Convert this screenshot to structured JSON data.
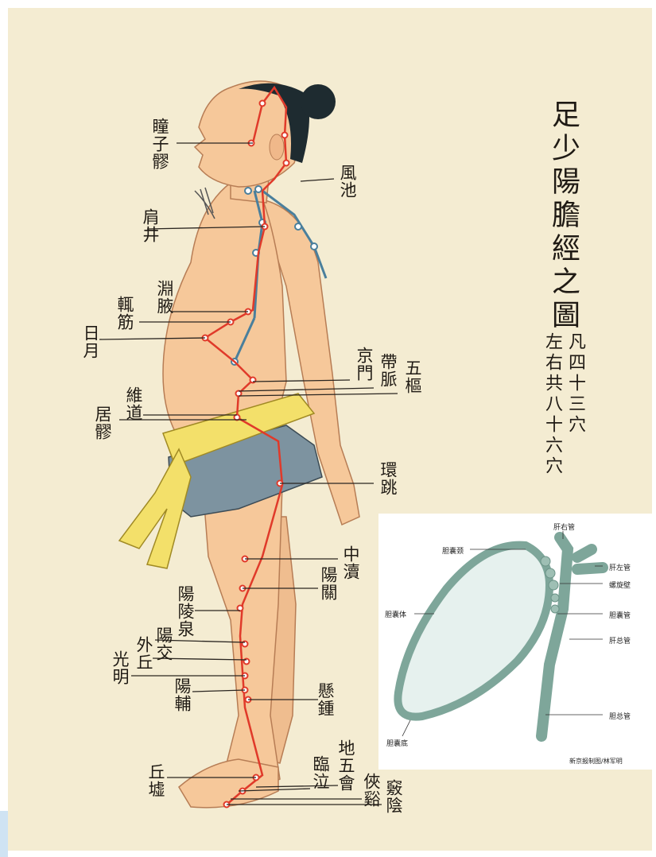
{
  "title": "足少陽膽經之圖",
  "subtitle": [
    "凡四十三穴",
    "左右共八十六穴"
  ],
  "colors": {
    "paper": "#f4ecd2",
    "skin": "#f6c89a",
    "meridian": "#e03a2a",
    "branch": "#4a7f9c",
    "sash": "#f3e06a",
    "cloth": "#7d93a0",
    "hair": "#1e2b30"
  },
  "points": {
    "p1": "瞳子髎",
    "p2": "風池",
    "p3": "肩井",
    "p4": "淵腋",
    "p5": "輒筋",
    "p6": "日月",
    "p7": "京門",
    "p8": "帶脈",
    "p9": "五樞",
    "p10": "維道",
    "p11": "居髎",
    "p12": "環跳",
    "p13": "中瀆",
    "p14": "陽關",
    "p15": "陽陵泉",
    "p16": "陽交",
    "p17": "外丘",
    "p18": "光明",
    "p19": "陽輔",
    "p20": "懸鍾",
    "p21": "地五會",
    "p22": "臨泣",
    "p23": "丘墟",
    "p24": "俠谿",
    "p25": "竅陰"
  },
  "inset": {
    "labels": {
      "l1": "肝右管",
      "l2": "胆囊颈",
      "l3": "肝左管",
      "l4": "螺旋壁",
      "l5": "胆囊体",
      "l6": "胆囊管",
      "l7": "肝总管",
      "l8": "胆总管",
      "l9": "胆囊底"
    },
    "credit": "新京报制图/林军明"
  }
}
